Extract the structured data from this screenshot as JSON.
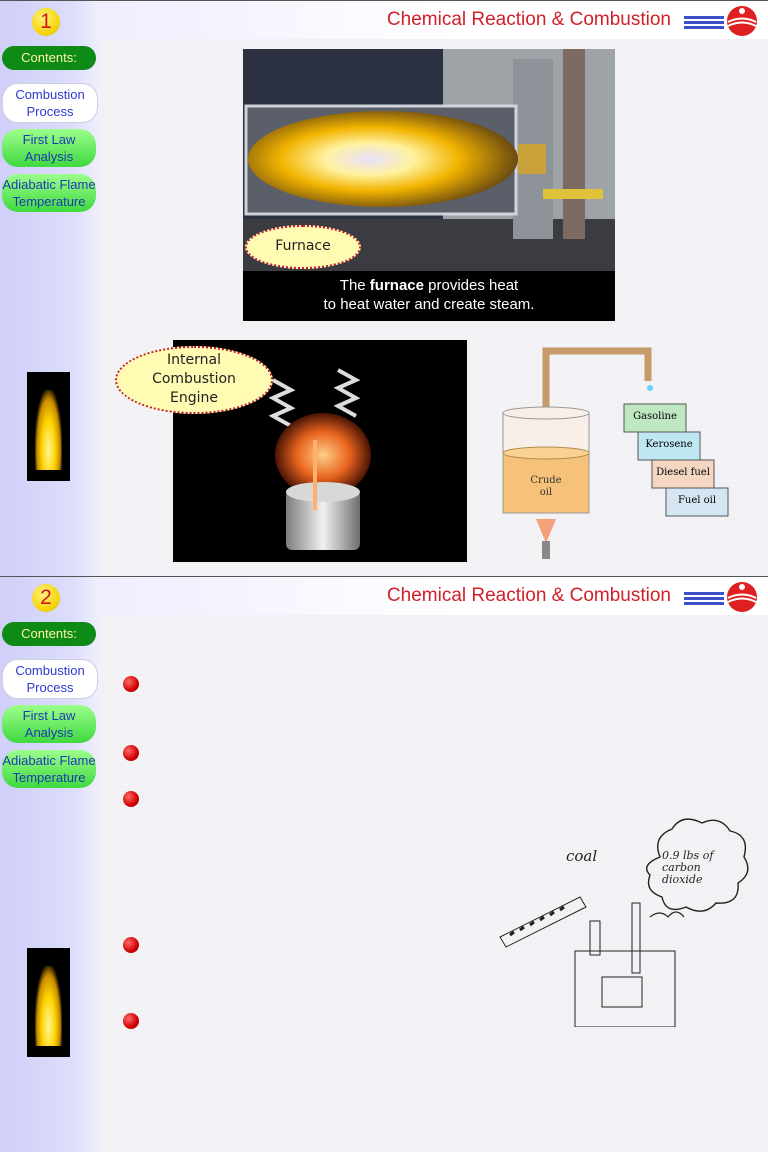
{
  "slides": [
    {
      "number": "1",
      "title": "Chemical Reaction & Combustion",
      "contents_label": "Contents:",
      "nav": [
        "Combustion Process",
        "First Law Analysis",
        "Adiabatic Flame Temperature"
      ],
      "furnace_bubble": "Furnace",
      "furnace_caption_pre": "The ",
      "furnace_caption_bold": "furnace",
      "furnace_caption_post1": " provides heat",
      "furnace_caption_line2": "to heat water and create steam.",
      "engine_bubble_1": "Internal",
      "engine_bubble_2": "Combustion",
      "engine_bubble_3": "Engine",
      "crude_label_1": "Crude",
      "crude_label_2": "oil",
      "fractions": [
        "Gasoline",
        "Kerosene",
        "Diesel fuel",
        "Fuel oil"
      ]
    },
    {
      "number": "2",
      "title": "Chemical Reaction & Combustion",
      "contents_label": "Contents:",
      "nav": [
        "Combustion Process",
        "First Law Analysis",
        "Adiabatic Flame Temperature"
      ],
      "sketch_coal": "coal",
      "sketch_cloud_1": "0.9 lbs of",
      "sketch_cloud_2": "carbon",
      "sketch_cloud_3": "dioxide"
    }
  ],
  "colors": {
    "title_red": "#d0202a",
    "nav_green": "#3fd93f",
    "contents_green": "#0e8a16"
  }
}
